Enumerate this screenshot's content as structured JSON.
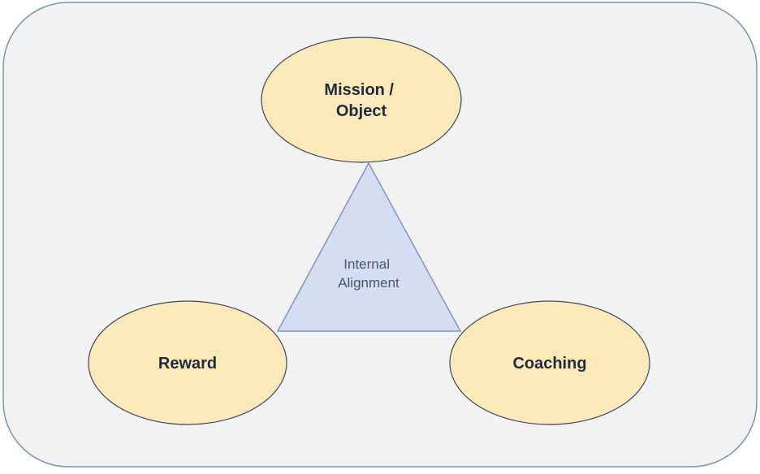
{
  "diagram": {
    "center": {
      "lines": [
        "Internal",
        "Alignment"
      ]
    },
    "nodes": {
      "top": {
        "lines": [
          "Mission /",
          "Object"
        ]
      },
      "left": {
        "lines": [
          "Reward"
        ]
      },
      "right": {
        "lines": [
          "Coaching"
        ]
      }
    },
    "colors": {
      "panel_fill": "#f2f2f2",
      "panel_stroke": "#7a96ad",
      "ellipse_fill": "#fbe9b9",
      "ellipse_stroke": "#3e4656",
      "triangle_fill": "#d5ddf0",
      "triangle_stroke": "#7f95c2",
      "node_text": "#1f2a3d",
      "center_text": "#4a5570"
    }
  }
}
